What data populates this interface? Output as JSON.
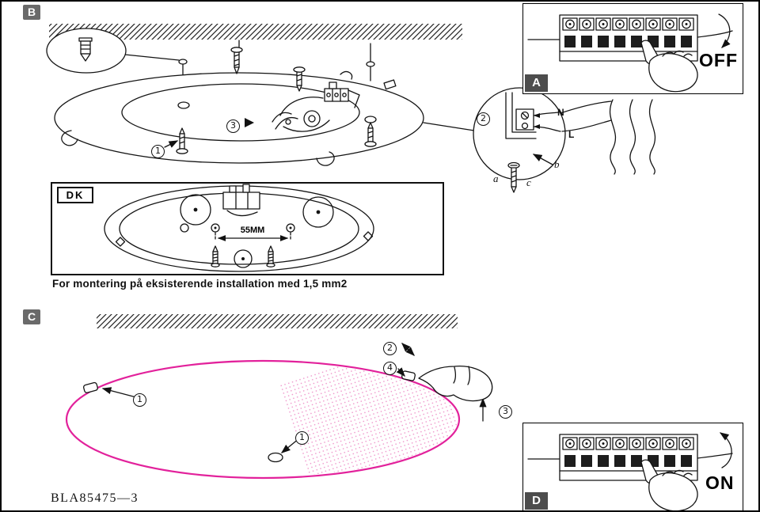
{
  "page": {
    "model": "BLA85475—3"
  },
  "section_tags": {
    "a": "A",
    "b": "B",
    "c": "C",
    "d": "D"
  },
  "breaker_panels": {
    "off_state": "OFF",
    "on_state": "ON"
  },
  "dk_box": {
    "tag": "DK",
    "dimension": "55MM",
    "caption": "For montering på eksisterende installation med 1,5 mm2"
  },
  "steps": {
    "one": "1",
    "two": "2",
    "three": "3",
    "four": "4"
  },
  "terminal_labels": {
    "neutral": "N",
    "live": "L",
    "a": "a",
    "b": "b",
    "c": "c"
  },
  "colors": {
    "shade_outline": "#e2219b",
    "ink": "#141414",
    "tag_background": "#5c5c5c"
  }
}
